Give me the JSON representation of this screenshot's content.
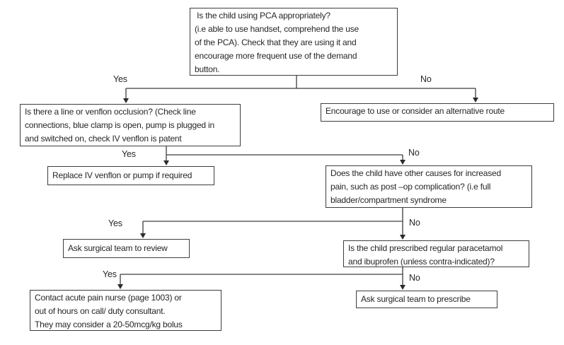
{
  "flowchart": {
    "description": "PCA (patient controlled analgesia) troubleshooting decision flowchart",
    "colors": {
      "background": "#ffffff",
      "box_border": "#3d3d3d",
      "text": "#262626",
      "arrow": "#3d3d3d"
    },
    "nodes": [
      {
        "id": "q-using-pca",
        "text": " Is the child using PCA appropriately?\n(i.e able to use handset, comprehend the use\nof the PCA). Check that they are using it and\nencourage more frequent use of the demand\nbutton."
      },
      {
        "id": "q-occlusion",
        "text": "Is there a line or venflon occlusion? (Check line\nconnections, blue clamp is open, pump is plugged in\nand switched on, check IV venflon is patent"
      },
      {
        "id": "alt-route",
        "text": "Encourage to use or consider an alternative route"
      },
      {
        "id": "replace-venflon",
        "text": "Replace IV venflon or pump if required"
      },
      {
        "id": "q-other-causes",
        "text": "Does the child have other causes for increased\npain, such as post –op complication? (i.e full\nbladder/compartment syndrome"
      },
      {
        "id": "ask-review",
        "text": "Ask surgical team to review"
      },
      {
        "id": "q-prescribed",
        "text": "Is the child prescribed regular paracetamol\nand ibuprofen (unless contra-indicated)?"
      },
      {
        "id": "contact-nurse",
        "text": "Contact acute pain nurse (page 1003) or\nout of hours on call/ duty consultant.\nThey may consider a 20-50mcg/kg bolus"
      },
      {
        "id": "ask-prescribe",
        "text": "Ask surgical team to prescribe"
      }
    ],
    "edges": [
      {
        "from": "q-using-pca",
        "to": "q-occlusion",
        "label": "Yes"
      },
      {
        "from": "q-using-pca",
        "to": "alt-route",
        "label": "No"
      },
      {
        "from": "q-occlusion",
        "to": "replace-venflon",
        "label": "Yes"
      },
      {
        "from": "q-occlusion",
        "to": "q-other-causes",
        "label": "No"
      },
      {
        "from": "q-other-causes",
        "to": "ask-review",
        "label": "Yes"
      },
      {
        "from": "q-other-causes",
        "to": "q-prescribed",
        "label": "No"
      },
      {
        "from": "q-prescribed",
        "to": "contact-nurse",
        "label": "Yes"
      },
      {
        "from": "q-prescribed",
        "to": "ask-prescribe",
        "label": "No"
      }
    ]
  }
}
